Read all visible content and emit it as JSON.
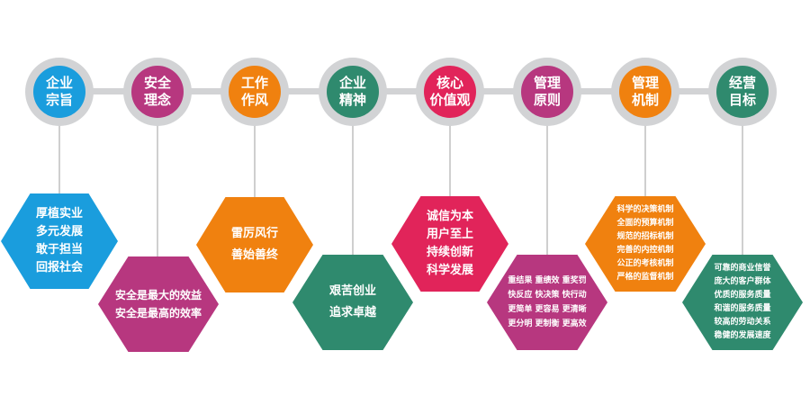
{
  "nodes": [
    {
      "id": "mission",
      "title": [
        "企业",
        "宗旨"
      ],
      "color": "#1a9ddd",
      "body": [
        "厚植实业",
        "多元发展",
        "敢于担当",
        "回报社会"
      ]
    },
    {
      "id": "safety",
      "title": [
        "安全",
        "理念"
      ],
      "color": "#b7377f",
      "body": [
        "安全是最大的效益",
        "安全是最高的效率"
      ]
    },
    {
      "id": "style",
      "title": [
        "工作",
        "作风"
      ],
      "color": "#f0810f",
      "body": [
        "雷厉风行",
        "善始善终"
      ]
    },
    {
      "id": "spirit",
      "title": [
        "企业",
        "精神"
      ],
      "color": "#2f8a6e",
      "body": [
        "艰苦创业",
        "追求卓越"
      ]
    },
    {
      "id": "values",
      "title": [
        "核心",
        "价值观"
      ],
      "color": "#e1245a",
      "body": [
        "诚信为本",
        "用户至上",
        "持续创新",
        "科学发展"
      ]
    },
    {
      "id": "principles",
      "title": [
        "管理",
        "原则"
      ],
      "color": "#b7377f",
      "body": [
        "重结果 重绩效 重奖罚",
        "快反应 快决策 快行动",
        "更简单 更容易 更清晰",
        "更分明 更制衡 更高效"
      ]
    },
    {
      "id": "mechanism",
      "title": [
        "管理",
        "机制"
      ],
      "color": "#f0810f",
      "body": [
        "科学的决策机制",
        "全面的预算机制",
        "规范的招标机制",
        "完善的内控机制",
        "公正的考核机制",
        "严格的监督机制"
      ]
    },
    {
      "id": "goals",
      "title": [
        "经营",
        "目标"
      ],
      "color": "#2f8a6e",
      "body": [
        "可靠的商业信誉",
        "庞大的客户群体",
        "优质的服务质量",
        "和谐的服务质量",
        "较高的劳动关系",
        "稳健的发展速度"
      ]
    }
  ]
}
